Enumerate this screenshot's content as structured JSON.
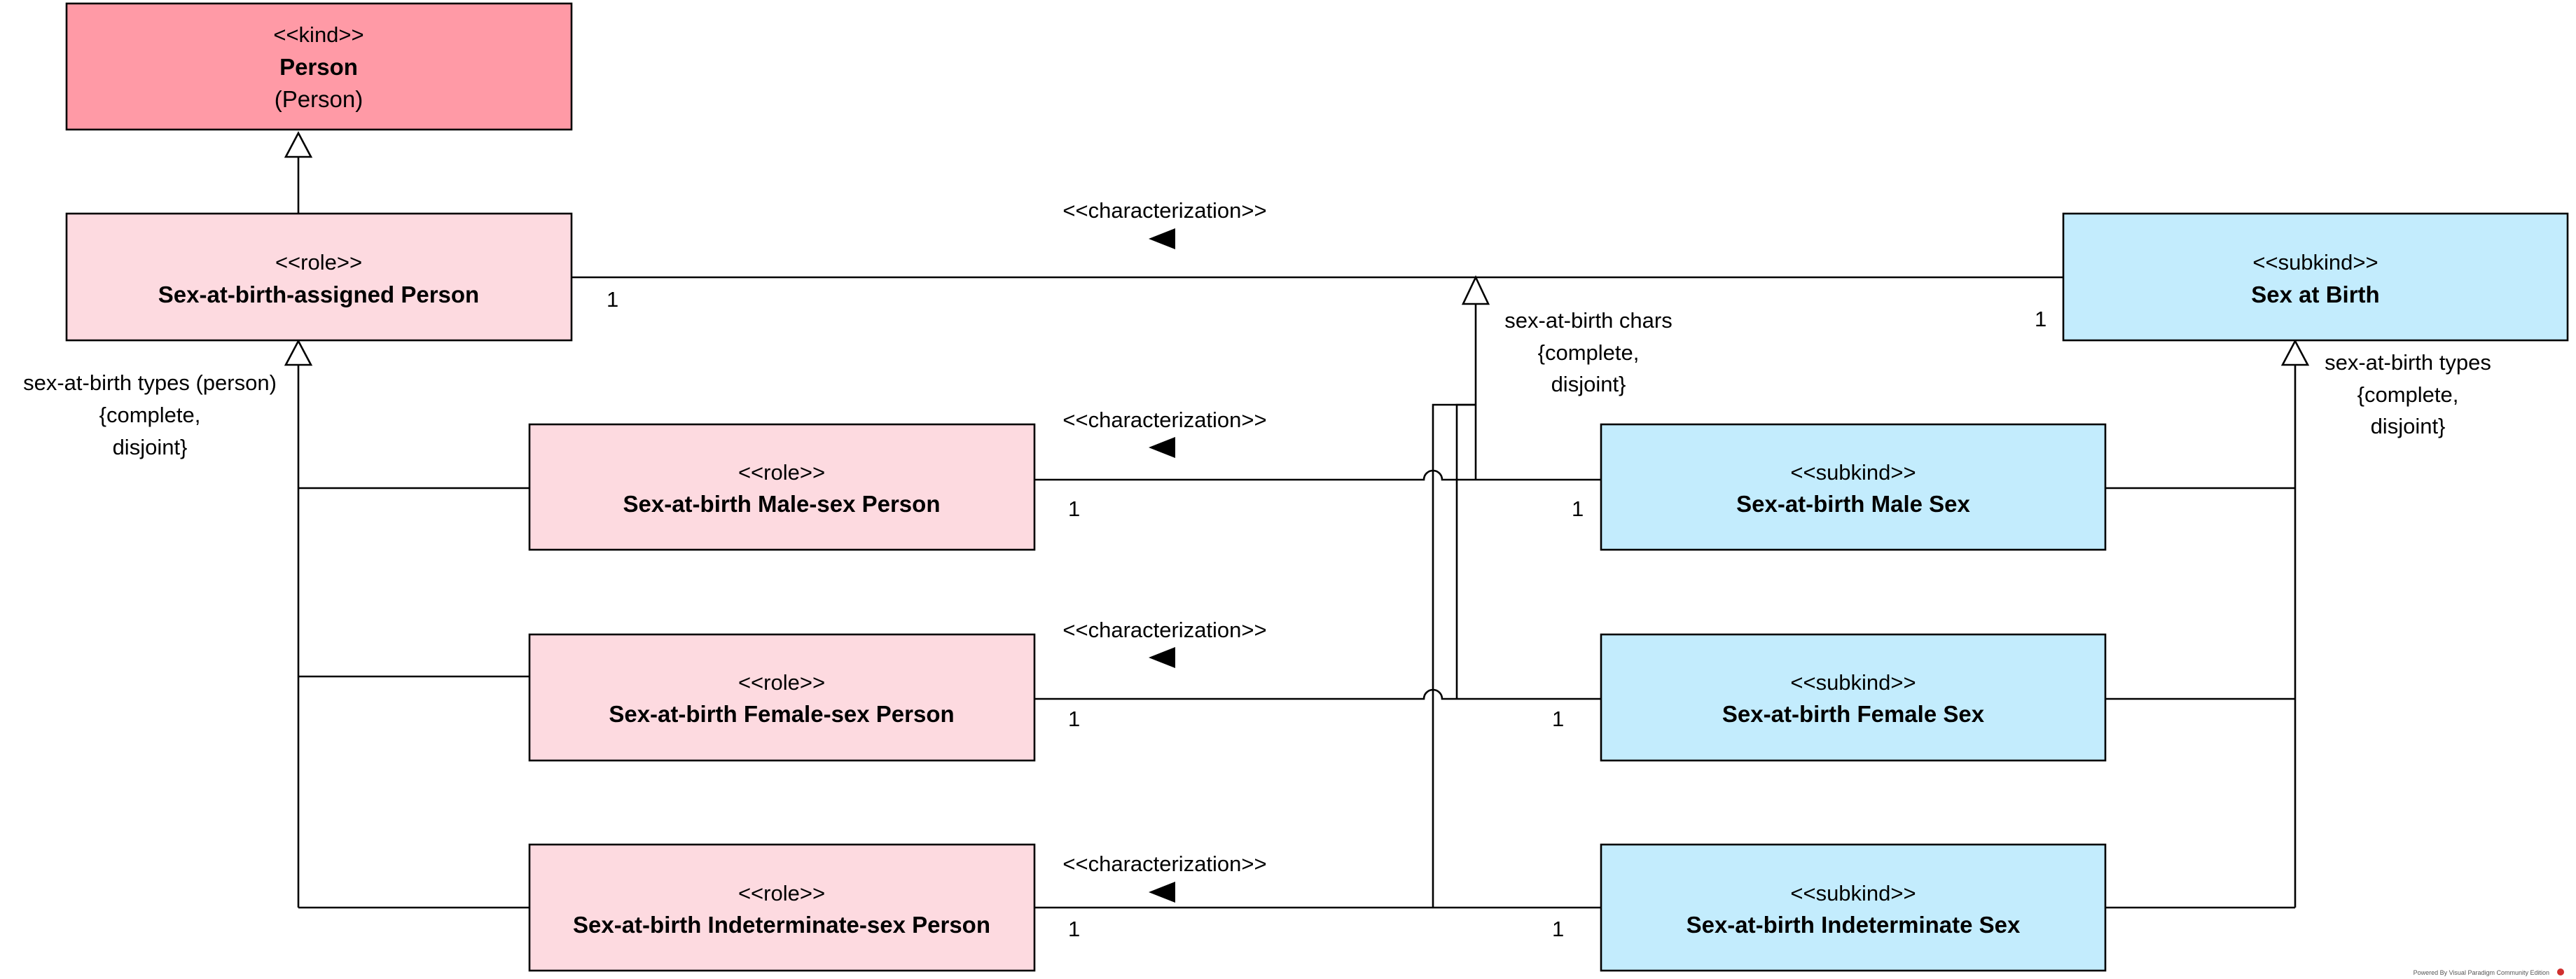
{
  "colors": {
    "kind_fill": "#FF9AA6",
    "role_fill": "#FDDAE0",
    "subkind_fill": "#C3ECFD",
    "border": "#000000"
  },
  "classes": {
    "person": {
      "stereotype": "<<kind>>",
      "name": "Person",
      "alias": "(Person)"
    },
    "assigned": {
      "stereotype": "<<role>>",
      "name": "Sex-at-birth-assigned Person"
    },
    "male_person": {
      "stereotype": "<<role>>",
      "name": "Sex-at-birth Male-sex Person"
    },
    "female_person": {
      "stereotype": "<<role>>",
      "name": "Sex-at-birth Female-sex Person"
    },
    "indet_person": {
      "stereotype": "<<role>>",
      "name": "Sex-at-birth Indeterminate-sex Person"
    },
    "sex_at_birth": {
      "stereotype": "<<subkind>>",
      "name": "Sex at Birth"
    },
    "male_sex": {
      "stereotype": "<<subkind>>",
      "name": "Sex-at-birth Male Sex"
    },
    "female_sex": {
      "stereotype": "<<subkind>>",
      "name": "Sex-at-birth Female Sex"
    },
    "indet_sex": {
      "stereotype": "<<subkind>>",
      "name": "Sex-at-birth Indeterminate Sex"
    }
  },
  "associations": {
    "top": {
      "label": "<<characterization>>",
      "mult_left": "1",
      "mult_right": "1"
    },
    "male": {
      "label": "<<characterization>>",
      "mult_left": "1",
      "mult_right": "1"
    },
    "female": {
      "label": "<<characterization>>",
      "mult_left": "1",
      "mult_right": "1"
    },
    "indet": {
      "label": "<<characterization>>",
      "mult_left": "1",
      "mult_right": "1"
    }
  },
  "generalization_sets": {
    "person_types": {
      "line1": "sex-at-birth types (person)",
      "line2": "{complete,",
      "line3": "disjoint}"
    },
    "chars": {
      "line1": "sex-at-birth chars",
      "line2": "{complete,",
      "line3": "disjoint}"
    },
    "sex_types": {
      "line1": "sex-at-birth types",
      "line2": "{complete,",
      "line3": "disjoint}"
    }
  },
  "footer": "Powered By  Visual Paradigm Community Edition"
}
